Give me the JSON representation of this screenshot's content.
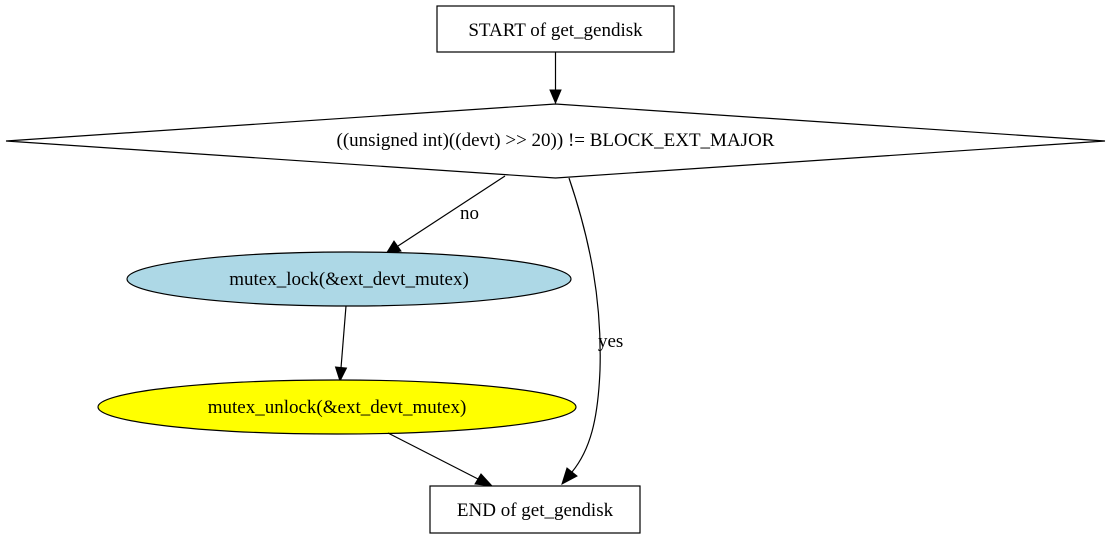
{
  "nodes": {
    "start": {
      "label": "START of get_gendisk"
    },
    "decision": {
      "label": "((unsigned int)((devt) >> 20)) != BLOCK_EXT_MAJOR"
    },
    "lock": {
      "label": "mutex_lock(&ext_devt_mutex)",
      "fill": "#add8e6"
    },
    "unlock": {
      "label": "mutex_unlock(&ext_devt_mutex)",
      "fill": "#ffff00"
    },
    "end": {
      "label": "END of get_gendisk"
    }
  },
  "edges": {
    "no": {
      "label": "no"
    },
    "yes": {
      "label": "yes"
    }
  }
}
